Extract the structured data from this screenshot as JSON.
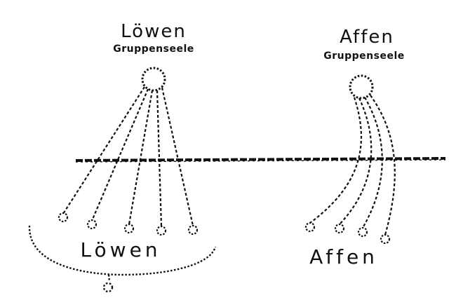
{
  "labels": {
    "lion_title": "Löwen",
    "lion_subtitle": "Gruppenseele",
    "ape_title": "Affen",
    "ape_subtitle": "Gruppenseele",
    "lion_group": "Löwen",
    "ape_group": "Affen"
  },
  "style": {
    "ink": "#111111",
    "background": "#ffffff"
  }
}
